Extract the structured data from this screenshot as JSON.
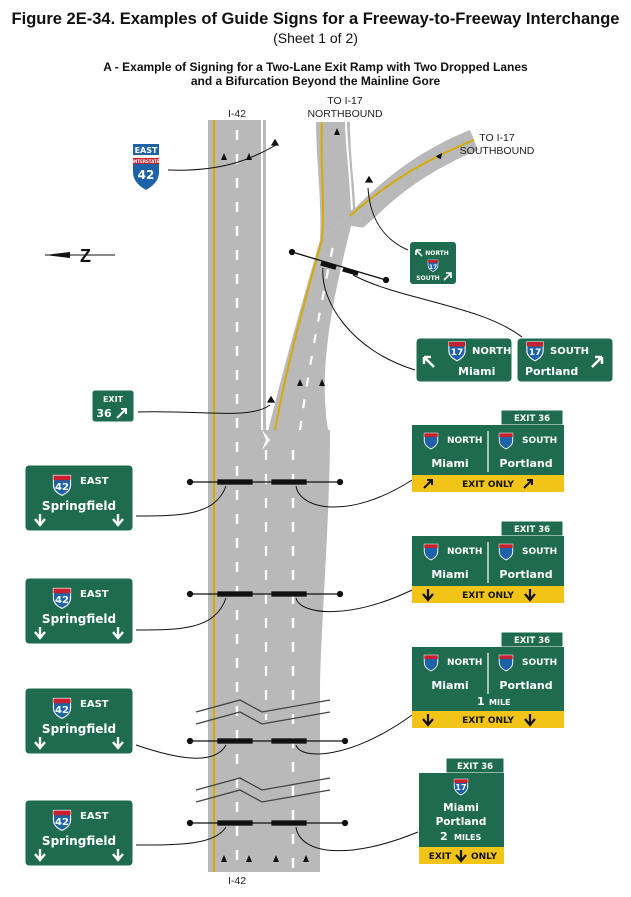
{
  "figure": {
    "title": "Figure 2E-34.  Examples of Guide Signs for a Freeway-to-Freeway Interchange",
    "sheet": "(Sheet 1 of 2)",
    "subtitle_line1": "A - Example of Signing for a Two-Lane Exit Ramp with Two Dropped Lanes",
    "subtitle_line2": "and a Bifurcation Beyond the Mainline Gore"
  },
  "labels": {
    "mainline_top": "I-42",
    "mainline_bottom": "I-42",
    "north_ramp_line1": "TO I-17",
    "north_ramp_line2": "NORTHBOUND",
    "south_ramp_line1": "TO I-17",
    "south_ramp_line2": "SOUTHBOUND"
  },
  "colors": {
    "sign_green": "#1e6b4f",
    "road_gray": "#b9b9b9",
    "edge_yellow": "#d9a900",
    "exit_only_yellow": "#f2c418",
    "shield_blue": "#1e63a8",
    "shield_red": "#c8202f"
  },
  "signs": {
    "trailblazer": {
      "direction": "EAST",
      "route": "42",
      "shield_text": "INTERSTATE"
    },
    "exit_tab_small": {
      "line1": "EXIT",
      "line2": "36",
      "arrow": "up-right-arrow"
    },
    "ramp_small": {
      "north": "NORTH",
      "route": "17",
      "south": "SOUTH"
    },
    "bifurcation_left": {
      "route": "17",
      "direction": "NORTH",
      "destination": "Miami",
      "arrow": "up-left-arrow"
    },
    "bifurcation_right": {
      "route": "17",
      "direction": "SOUTH",
      "destination": "Portland",
      "arrow": "up-right-arrow"
    },
    "gore_overhead": {
      "exit_tab": "EXIT  36",
      "north": "NORTH",
      "south": "SOUTH",
      "dest_left": "Miami",
      "dest_right": "Portland",
      "panel": "EXIT ONLY"
    },
    "advance_overhead_1": {
      "exit_tab": "EXIT  36",
      "north": "NORTH",
      "south": "SOUTH",
      "dest_left": "Miami",
      "dest_right": "Portland",
      "panel": "EXIT  ONLY"
    },
    "advance_overhead_2": {
      "exit_tab": "EXIT  36",
      "north": "NORTH",
      "south": "SOUTH",
      "dest_left": "Miami",
      "dest_right": "Portland",
      "distance_num": "1",
      "distance_unit": "MILE",
      "panel": "EXIT  ONLY"
    },
    "advance_overhead_3": {
      "exit_tab": "EXIT  36",
      "route": "17",
      "dest_1": "Miami",
      "dest_2": "Portland",
      "distance_num": "2",
      "distance_unit": "MILES",
      "panel_left": "EXIT",
      "panel_right": "ONLY"
    },
    "mainline_overhead": {
      "route": "42",
      "direction": "EAST",
      "destination": "Springfield"
    }
  }
}
